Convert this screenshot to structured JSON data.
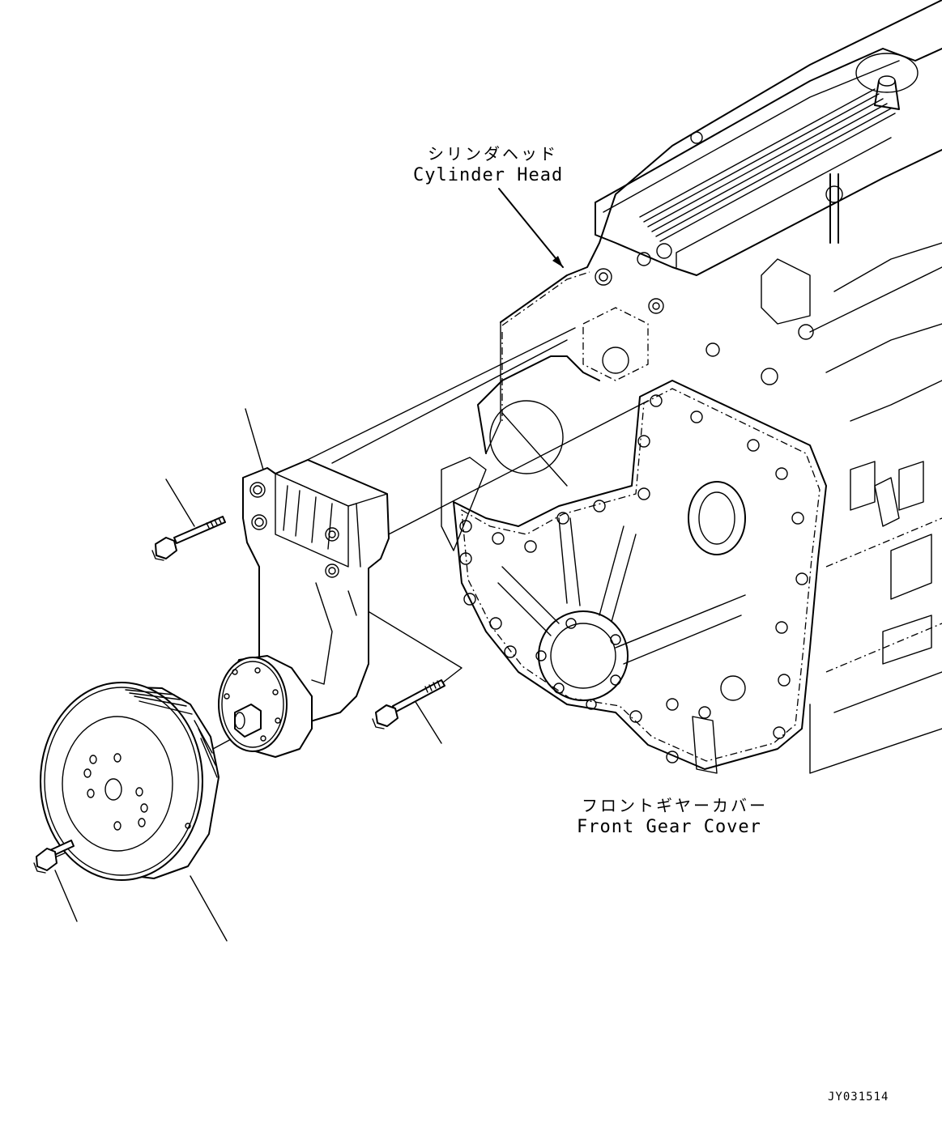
{
  "labels": {
    "cylinder_head_jp": "シリンダヘッド",
    "cylinder_head_en": "Cylinder Head",
    "front_gear_cover_jp": "フロントギヤーカバー",
    "front_gear_cover_en": "Front Gear Cover"
  },
  "drawing_code": "JY031514"
}
